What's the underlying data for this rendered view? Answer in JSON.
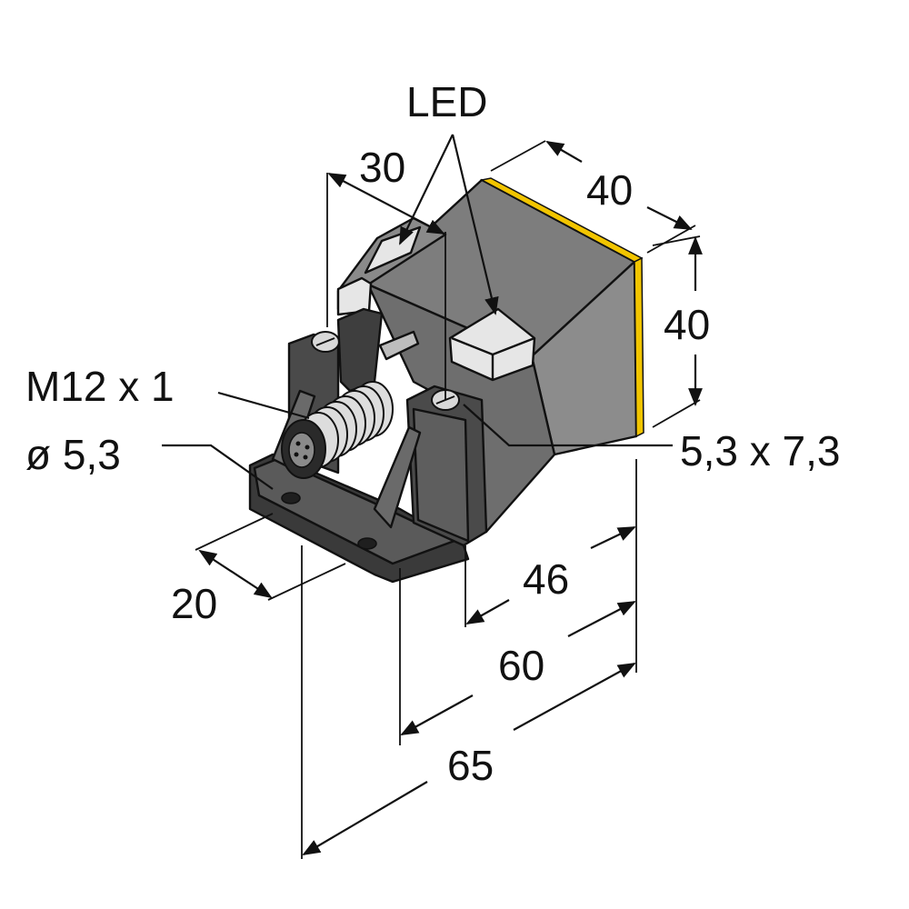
{
  "labels": {
    "led": "LED",
    "depth_30": "30",
    "width_40": "40",
    "height_40": "40",
    "thread": "M12 x 1",
    "bore": "ø 5,3",
    "slot": "5,3 x 7,3",
    "bracket_20": "20",
    "length_46": "46",
    "length_60": "60",
    "length_65": "65"
  },
  "colors": {
    "housing_top": "#7d7d7d",
    "housing_front": "#6e6e6e",
    "housing_side": "#8c8c8c",
    "bracket": "#5a5a5a",
    "bracket_dark": "#2e2e2e",
    "led_window": "#e6e6e6",
    "accent_stripe": "#f2c500",
    "line": "#111111"
  }
}
